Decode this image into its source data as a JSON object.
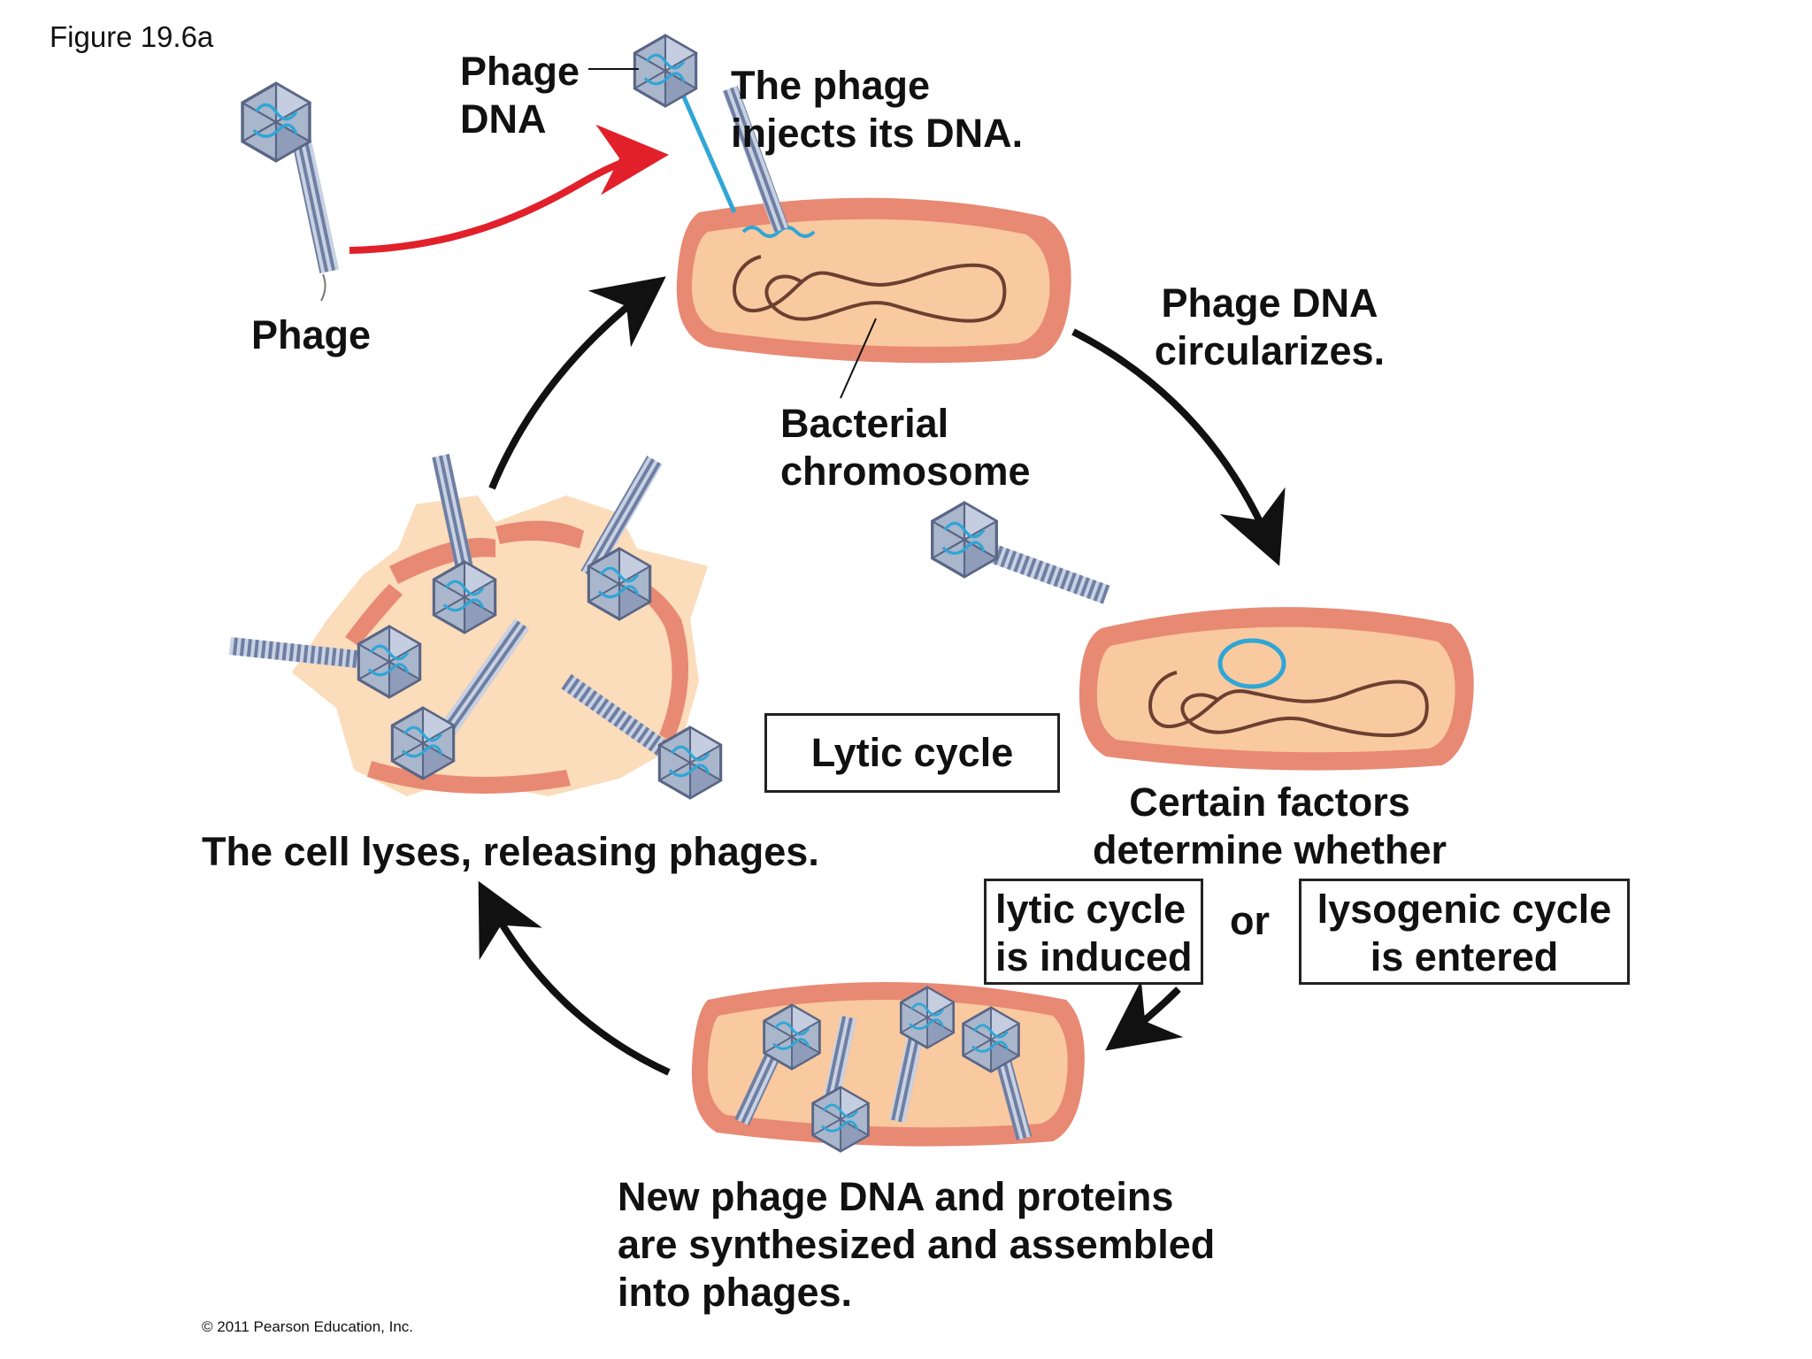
{
  "figure_label": "Figure 19.6a",
  "labels": {
    "phage_dna": "Phage\nDNA",
    "inject": "The phage\ninjects its DNA.",
    "phage": "Phage",
    "circularizes": "Phage DNA\ncircularizes.",
    "bacterial_chromosome": "Bacterial\nchromosome",
    "lytic_cycle": "Lytic cycle",
    "certain_factors": "Certain factors\ndetermine whether",
    "lytic_induced": "lytic cycle\nis induced",
    "or": "or",
    "lysogenic_entered": "lysogenic cycle\nis entered",
    "cell_lyses": "The cell lyses, releasing phages.",
    "synthesized": "New phage DNA and proteins\nare synthesized and assembled\ninto phages."
  },
  "copyright": "© 2011 Pearson Education, Inc.",
  "colors": {
    "cell_fill": "#f9c9a0",
    "cell_wall": "#e88974",
    "phage_dna": "#2fa6d6",
    "bacterial_dna": "#6b4030",
    "phage_head": "#a9b6cc",
    "phage_tail": "#8a96b3",
    "red_arrow": "#e2202a",
    "cycle_arrow": "#111111"
  }
}
